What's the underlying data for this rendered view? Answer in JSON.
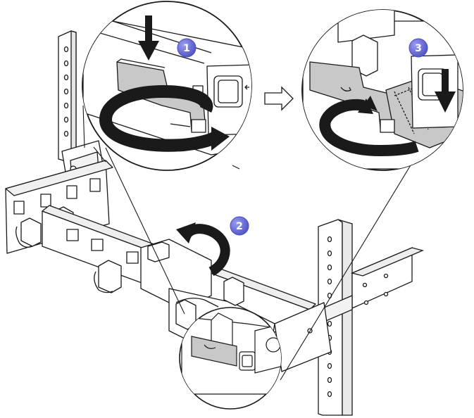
{
  "callouts": [
    {
      "label": "1",
      "color": "#6b6fd6"
    },
    {
      "label": "2",
      "color": "#6b6fd6"
    },
    {
      "label": "3",
      "color": "#6b6fd6"
    }
  ],
  "colors": {
    "line": "#1a1a1a",
    "part_fill": "#ffffff",
    "highlight_gray": "#c8c8c8",
    "callout_blue": "#6b6fd6"
  },
  "icons": {
    "press_arrow": "down-arrow-icon",
    "rotate_arrow": "rotate-arrow-icon",
    "next_step_arrow": "right-outline-arrow-icon"
  }
}
